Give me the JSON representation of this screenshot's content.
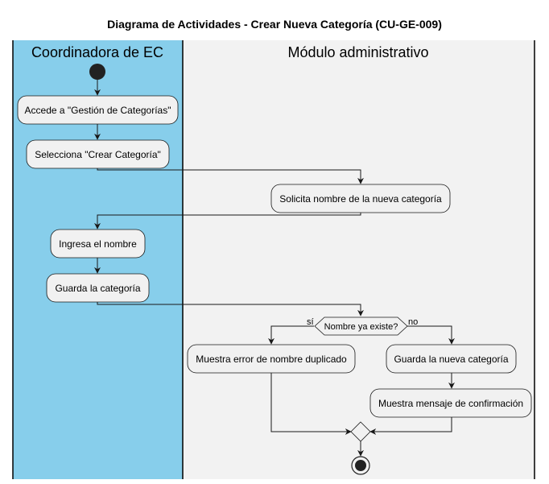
{
  "title": "Diagrama de Actividades - Crear Nueva Categoría (CU-GE-009)",
  "colors": {
    "lane_left_bg": "#87CEEB",
    "lane_right_bg": "#F2F2F2",
    "activity_fill": "#F1F1F1",
    "stroke": "#181818"
  },
  "lanes": [
    {
      "title": "Coordinadora de EC"
    },
    {
      "title": "Módulo administrativo"
    }
  ],
  "activities": {
    "acceder": "Accede a \"Gestión de Categorías\"",
    "seleccionar": "Selecciona \"Crear Categoría\"",
    "solicitar": "Solicita nombre de la nueva categoría",
    "ingresar": "Ingresa el nombre",
    "guardar": "Guarda la categoría",
    "error": "Muestra error de nombre duplicado",
    "guardar_nueva": "Guarda la nueva categoría",
    "confirmacion": "Muestra mensaje de confirmación"
  },
  "decision": {
    "question": "Nombre ya existe?",
    "yes_label": "sí",
    "no_label": "no"
  }
}
